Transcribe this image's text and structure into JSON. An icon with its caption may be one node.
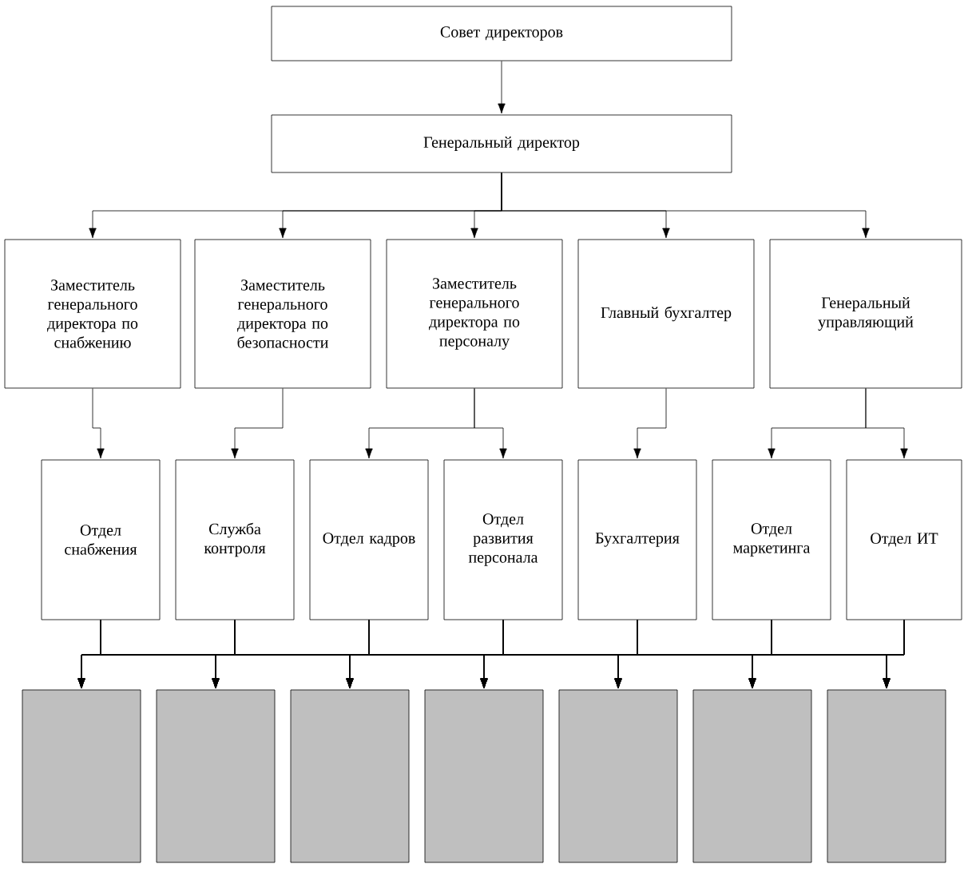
{
  "diagram": {
    "nodes": [
      {
        "text": [
          "Совет директоров"
        ]
      },
      {
        "text": [
          "Генеральный директор"
        ]
      },
      {
        "text": [
          "Заместитель генерального директора по снабжению"
        ]
      },
      {
        "text": [
          "Заместитель генерального директора по безопасности"
        ]
      },
      {
        "text": [
          "Заместитель генерального директора по персоналу"
        ]
      },
      {
        "text": [
          "Главный бухгалтер"
        ]
      },
      {
        "text": [
          "Генеральный управляющий"
        ]
      },
      {
        "text": [
          "Отдел снабжения"
        ]
      },
      {
        "text": [
          "Служба контроля"
        ]
      },
      {
        "text": [
          "Отдел кадров"
        ]
      },
      {
        "text": [
          "Отдел развития персонала"
        ]
      },
      {
        "text": [
          "Бухгалтерия"
        ]
      },
      {
        "text": [
          "Отдел маркетинга"
        ]
      },
      {
        "text": [
          "Отдел ИТ"
        ]
      },
      {
        "text": [],
        "shape": "box"
      },
      {
        "text": [],
        "shape": "box"
      },
      {
        "text": [],
        "shape": "box"
      },
      {
        "text": [],
        "shape": "box"
      },
      {
        "text": [],
        "shape": "box"
      },
      {
        "text": [],
        "shape": "box"
      },
      {
        "text": [],
        "shape": "box"
      }
    ],
    "edges": [
      {
        "from": 0,
        "to": 1,
        "arrow": "to"
      },
      {
        "from": 1,
        "to": 2,
        "arrow": "to"
      },
      {
        "from": 1,
        "to": 3,
        "arrow": "to"
      },
      {
        "from": 1,
        "to": 4,
        "arrow": "to"
      },
      {
        "from": 1,
        "to": 5,
        "arrow": "to"
      },
      {
        "from": 1,
        "to": 6,
        "arrow": "to"
      },
      {
        "from": 2,
        "to": 7,
        "arrow": "to"
      },
      {
        "from": 3,
        "to": 8,
        "arrow": "to"
      },
      {
        "from": 4,
        "to": 9,
        "arrow": "to"
      },
      {
        "from": 4,
        "to": 10,
        "arrow": "to"
      },
      {
        "from": 5,
        "to": 11,
        "arrow": "to"
      },
      {
        "from": 6,
        "to": 12,
        "arrow": "to"
      },
      {
        "from": 6,
        "to": 13,
        "arrow": "to"
      },
      {
        "from": 7,
        "to": 14,
        "arrow": "to"
      },
      {
        "from": 7,
        "to": 15,
        "arrow": "to"
      },
      {
        "from": 7,
        "to": 16,
        "arrow": "to"
      },
      {
        "from": 7,
        "to": 17,
        "arrow": "to"
      },
      {
        "from": 7,
        "to": 18,
        "arrow": "to"
      },
      {
        "from": 7,
        "to": 19,
        "arrow": "to"
      },
      {
        "from": 7,
        "to": 20,
        "arrow": "to"
      },
      {
        "from": 8,
        "to": 14,
        "arrow": "to"
      },
      {
        "from": 8,
        "to": 15,
        "arrow": "to"
      },
      {
        "from": 8,
        "to": 16,
        "arrow": "to"
      },
      {
        "from": 8,
        "to": 17,
        "arrow": "to"
      },
      {
        "from": 8,
        "to": 18,
        "arrow": "to"
      },
      {
        "from": 8,
        "to": 19,
        "arrow": "to"
      },
      {
        "from": 8,
        "to": 20,
        "arrow": "to"
      },
      {
        "from": 9,
        "to": 14,
        "arrow": "to"
      },
      {
        "from": 9,
        "to": 15,
        "arrow": "to"
      },
      {
        "from": 9,
        "to": 16,
        "arrow": "to"
      },
      {
        "from": 9,
        "to": 17,
        "arrow": "to"
      },
      {
        "from": 9,
        "to": 18,
        "arrow": "to"
      },
      {
        "from": 9,
        "to": 19,
        "arrow": "to"
      },
      {
        "from": 9,
        "to": 20,
        "arrow": "to"
      },
      {
        "from": 10,
        "to": 14,
        "arrow": "to"
      },
      {
        "from": 10,
        "to": 15,
        "arrow": "to"
      },
      {
        "from": 10,
        "to": 16,
        "arrow": "to"
      },
      {
        "from": 10,
        "to": 17,
        "arrow": "to"
      },
      {
        "from": 10,
        "to": 18,
        "arrow": "to"
      },
      {
        "from": 10,
        "to": 19,
        "arrow": "to"
      },
      {
        "from": 10,
        "to": 20,
        "arrow": "to"
      },
      {
        "from": 11,
        "to": 14,
        "arrow": "to"
      },
      {
        "from": 11,
        "to": 15,
        "arrow": "to"
      },
      {
        "from": 11,
        "to": 16,
        "arrow": "to"
      },
      {
        "from": 11,
        "to": 17,
        "arrow": "to"
      },
      {
        "from": 11,
        "to": 18,
        "arrow": "to"
      },
      {
        "from": 11,
        "to": 19,
        "arrow": "to"
      },
      {
        "from": 11,
        "to": 20,
        "arrow": "to"
      },
      {
        "from": 12,
        "to": 14,
        "arrow": "to"
      },
      {
        "from": 12,
        "to": 15,
        "arrow": "to"
      },
      {
        "from": 12,
        "to": 16,
        "arrow": "to"
      },
      {
        "from": 12,
        "to": 17,
        "arrow": "to"
      },
      {
        "from": 12,
        "to": 18,
        "arrow": "to"
      },
      {
        "from": 12,
        "to": 19,
        "arrow": "to"
      },
      {
        "from": 12,
        "to": 20,
        "arrow": "to"
      },
      {
        "from": 13,
        "to": 14,
        "arrow": "to"
      },
      {
        "from": 13,
        "to": 15,
        "arrow": "to"
      },
      {
        "from": 13,
        "to": 16,
        "arrow": "to"
      },
      {
        "from": 13,
        "to": 17,
        "arrow": "to"
      },
      {
        "from": 13,
        "to": 18,
        "arrow": "to"
      },
      {
        "from": 13,
        "to": 19,
        "arrow": "to"
      },
      {
        "from": 13,
        "to": 20,
        "arrow": "to"
      }
    ]
  }
}
